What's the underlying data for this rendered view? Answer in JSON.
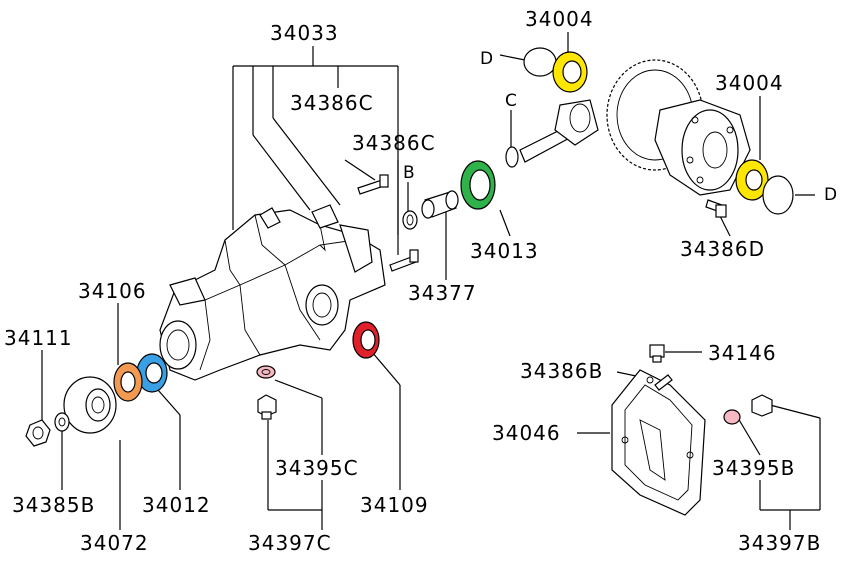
{
  "labels": {
    "p34033": "34033",
    "p34386C_a": "34386C",
    "p34386C_b": "34386C",
    "p34004_a": "34004",
    "p34004_b": "34004",
    "pD_a": "D",
    "pD_b": "D",
    "pC": "C",
    "pB": "B",
    "p34013": "34013",
    "p34377": "34377",
    "p34386D": "34386D",
    "p34106": "34106",
    "p34111": "34111",
    "p34385B": "34385B",
    "p34072": "34072",
    "p34012": "34012",
    "p34395C": "34395C",
    "p34397C": "34397C",
    "p34109": "34109",
    "p34146": "34146",
    "p34386B": "34386B",
    "p34046": "34046",
    "p34395B": "34395B",
    "p34397B": "34397B"
  },
  "colors": {
    "bearing_yellow": "#ffe600",
    "bearing_green": "#2fb24a",
    "bearing_blue": "#3aa0e6",
    "shim_orange": "#f39a52",
    "seal_red": "#e0202a",
    "washer_pink": "#f4b9c2"
  }
}
